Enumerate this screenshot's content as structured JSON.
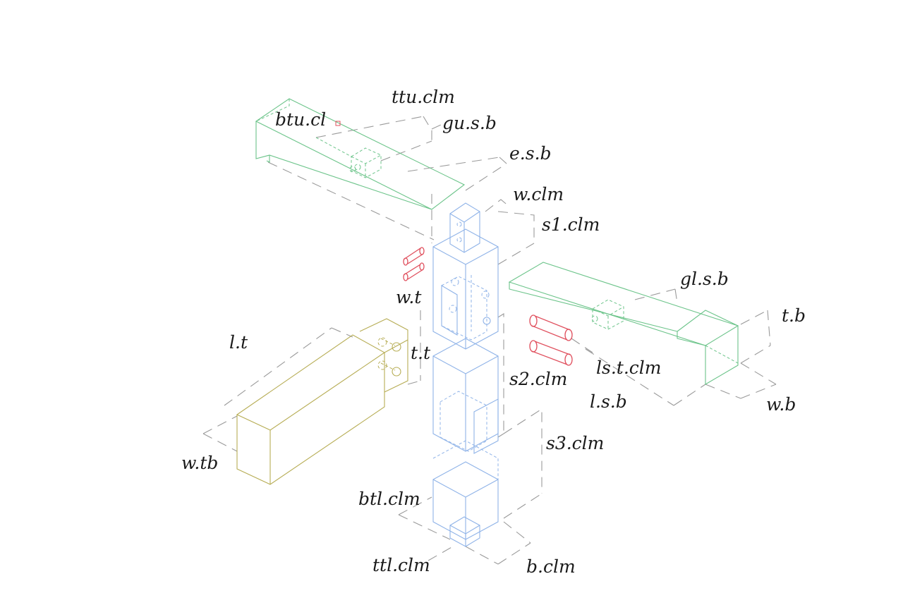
{
  "labels": {
    "ttu_clm": "ttu.clm",
    "btu_cl": "btu.cl",
    "gu_s_b": "gu.s.b",
    "e_s_b": "e.s.b",
    "w_clm": "w.clm",
    "s1_clm": "s1.clm",
    "gl_s_b": "gl.s.b",
    "t_b": "t.b",
    "w_t": "w.t",
    "l_t": "l.t",
    "t_t": "t.t",
    "ls_t_clm": "ls.t.clm",
    "s2_clm": "s2.clm",
    "l_s_b": "l.s.b",
    "w_b": "w.b",
    "s3_clm": "s3.clm",
    "w_tb": "w.tb",
    "btl_clm": "btl.clm",
    "ttl_clm": "ttl.clm",
    "b_clm": "b.clm"
  },
  "colors": {
    "upper_beam": "#6cc48a",
    "lower_beam": "#6cc48a",
    "column": "#8fb3e8",
    "tie_beam": "#b7ad55",
    "pins": "#e0505e",
    "dimension_lines": "#9a9a9a",
    "text": "#1a1a1a"
  }
}
